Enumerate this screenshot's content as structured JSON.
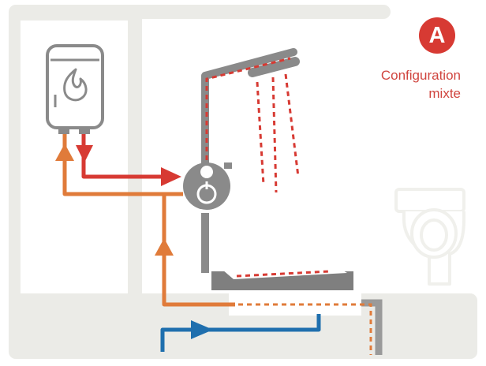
{
  "badge": {
    "letter": "A",
    "color": "#d73a33"
  },
  "configuration": {
    "line1": "Configuration",
    "line2": "mixte",
    "color": "#d0453f"
  },
  "colors": {
    "hot_water": "#d73a33",
    "mixed_water": "#e07b3a",
    "cold_water": "#1f6fae",
    "fixtures": "#8a8a8a",
    "walls": "#ebebe7"
  },
  "icons": [
    "water-heater-icon",
    "flame-icon",
    "thermostatic-mixer-icon",
    "shower-head-icon",
    "toilet-icon",
    "shower-tray-icon",
    "drain-icon"
  ]
}
